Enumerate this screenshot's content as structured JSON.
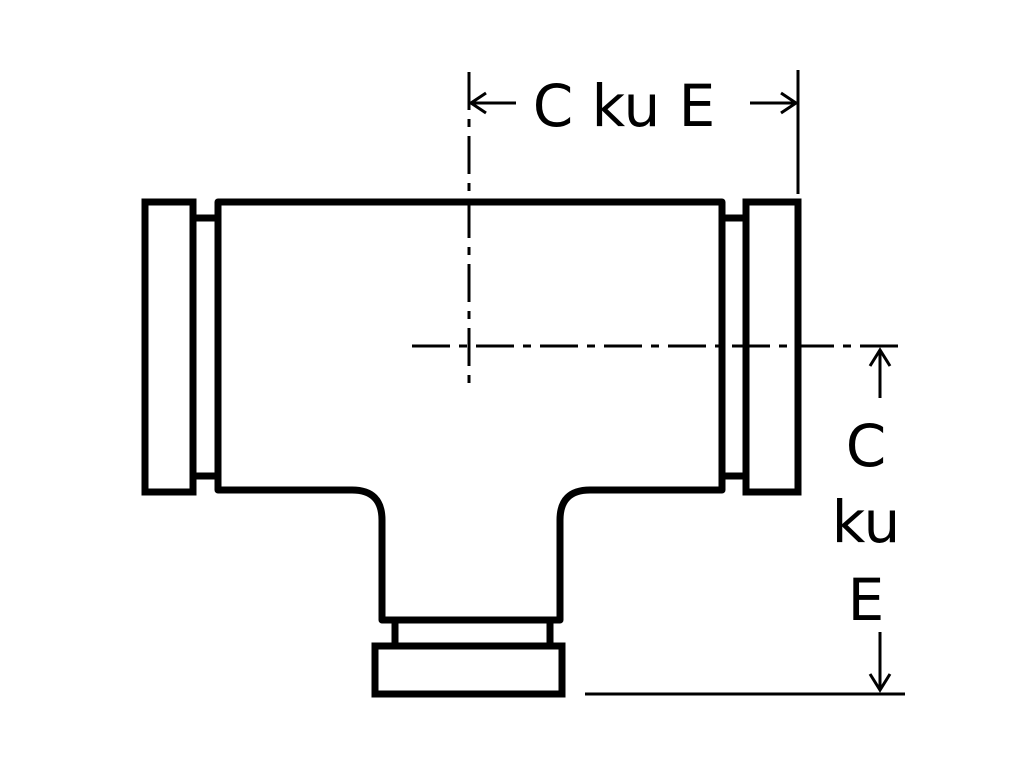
{
  "figure": {
    "type": "grooved reducing tee",
    "colors": {
      "stroke": "#000000",
      "background": "#ffffff"
    }
  },
  "dimensions": {
    "horizontal": {
      "label": "C ku E"
    },
    "vertical": {
      "line1": "C",
      "line2": "ku",
      "line3": "E"
    }
  }
}
